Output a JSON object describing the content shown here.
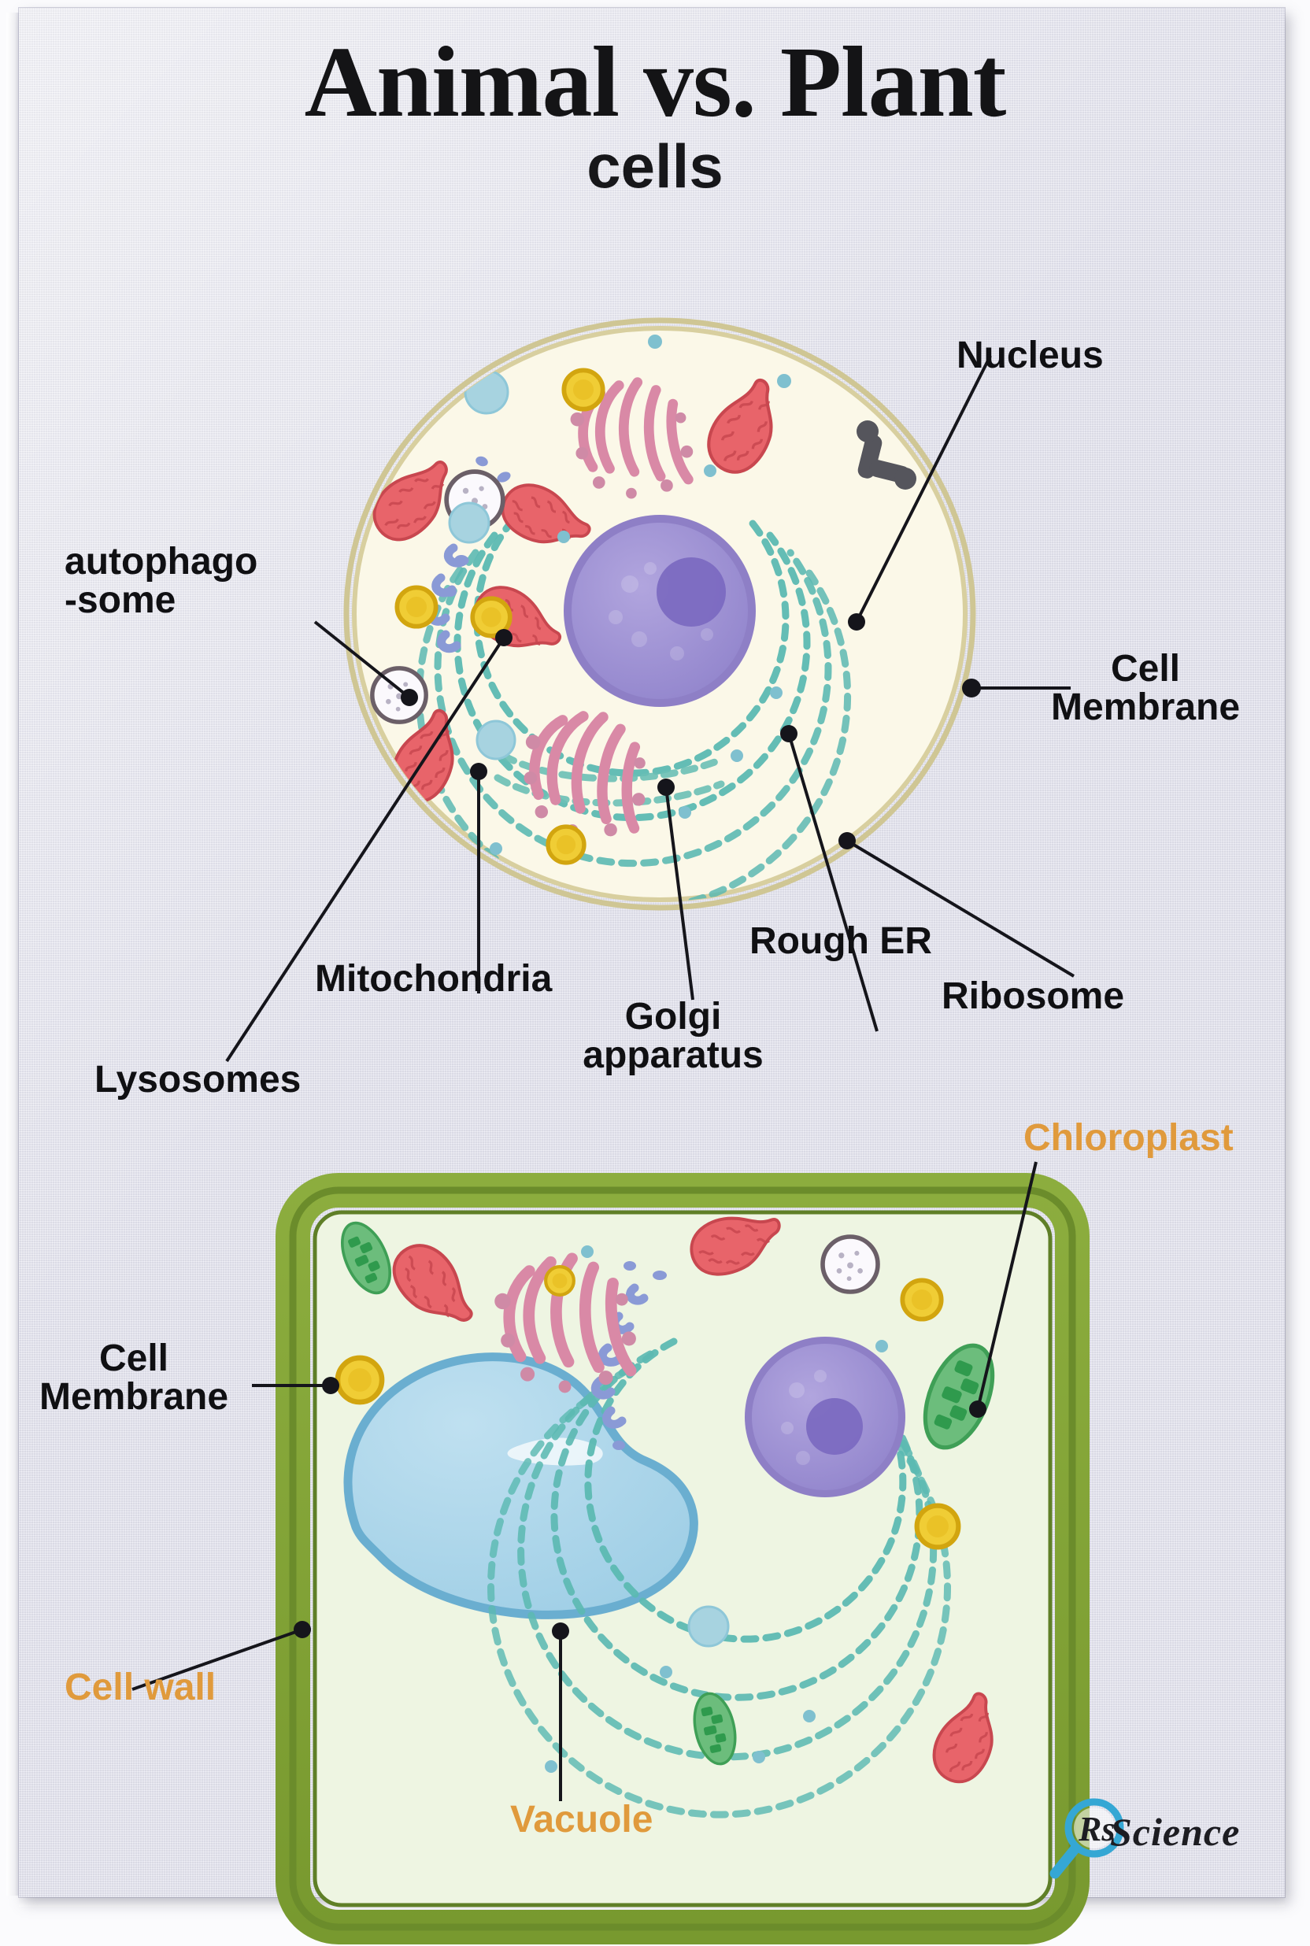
{
  "poster": {
    "title_line1": "Animal vs. Plant",
    "title_line2": "cells",
    "background_color": "#e0e0ec",
    "label_color": "#101013",
    "accent_orange": "#e09a3c"
  },
  "logo": {
    "name": "rs-science-logo",
    "text": "Science",
    "mark_text": "Rs",
    "icon": "magnifying-glass-icon",
    "icon_color": "#35a7d4"
  },
  "animal_cell": {
    "name": "Animal cell",
    "membrane_color": "#cbc48e",
    "cytoplasm_color": "#fbf8e8"
  },
  "plant_cell": {
    "name": "Plant cell",
    "wall_color": "#7fa235",
    "wall_inner_color": "#6b8c2b",
    "cytoplasm_color": "#eef5e2"
  },
  "labels": [
    {
      "id": "nucleus",
      "text": "Nucleus",
      "color": "black",
      "cell": "animal"
    },
    {
      "id": "cell-membrane-animal",
      "text": "Cell\nMembrane",
      "color": "black",
      "cell": "animal"
    },
    {
      "id": "autophagosome",
      "text": "autophago\n-some",
      "color": "black",
      "cell": "animal"
    },
    {
      "id": "lysosomes",
      "text": "Lysosomes",
      "color": "black",
      "cell": "animal"
    },
    {
      "id": "mitochondria",
      "text": "Mitochondria",
      "color": "black",
      "cell": "both"
    },
    {
      "id": "golgi",
      "text": "Golgi\napparatus",
      "color": "black",
      "cell": "both"
    },
    {
      "id": "rough-er",
      "text": "Rough ER",
      "color": "black",
      "cell": "both"
    },
    {
      "id": "ribosome",
      "text": "Ribosome",
      "color": "black",
      "cell": "both"
    },
    {
      "id": "chloroplast",
      "text": "Chloroplast",
      "color": "orange",
      "cell": "plant"
    },
    {
      "id": "cell-membrane-plant",
      "text": "Cell\nMembrane",
      "color": "black",
      "cell": "plant"
    },
    {
      "id": "cell-wall",
      "text": "Cell wall",
      "color": "orange",
      "cell": "plant"
    },
    {
      "id": "vacuole",
      "text": "Vacuole",
      "color": "orange",
      "cell": "plant"
    }
  ],
  "organelle_colors": {
    "mitochondria": "#e8646a",
    "lysosome": "#ebc11f",
    "golgi": "#e095ae",
    "rough_er": "#57b5b0",
    "smooth_er": "#8a9ad6",
    "nucleus": "#9a8cd0",
    "nucleolus": "#7f6ec4",
    "ribosome_blue": "#8ec7d8",
    "chloroplast": "#63b874",
    "chloroplast_stack": "#2f9a4d",
    "vacuole": "#a8d4e8",
    "vacuole_edge": "#6aaed0",
    "autophagosome": "#f7f4fb",
    "centriole": "#55555c"
  }
}
